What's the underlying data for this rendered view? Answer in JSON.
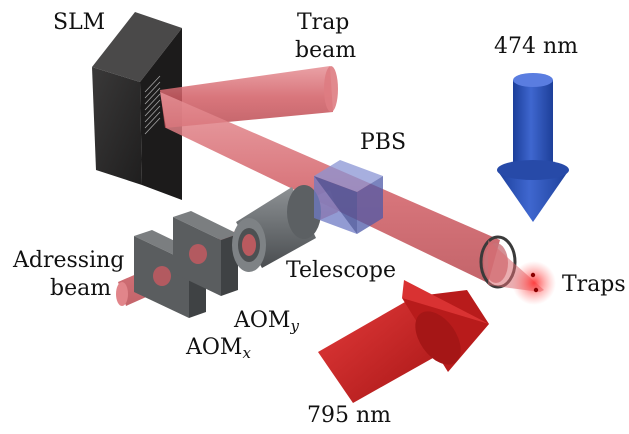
{
  "labels": {
    "slm": "SLM",
    "trap_beam_line1": "Trap",
    "trap_beam_line2": "beam",
    "wavelength_top": "474 nm",
    "pbs": "PBS",
    "addressing_line1": "Adressing",
    "addressing_line2": "beam",
    "telescope": "Telescope",
    "aom_y_main": "AOM",
    "aom_y_sub": "y",
    "aom_x_main": "AOM",
    "aom_x_sub": "x",
    "traps": "Traps",
    "wavelength_bottom": "795 nm"
  },
  "colors": {
    "beam": "#d9686e",
    "beam_dark": "#b84a50",
    "arrow_blue": "#2a4fb0",
    "arrow_red": "#cc1f1f",
    "slm_body": "#2b2a2a",
    "aom": "#55585a",
    "telescope": "#6c7073",
    "pbs": "#6b78c0"
  }
}
